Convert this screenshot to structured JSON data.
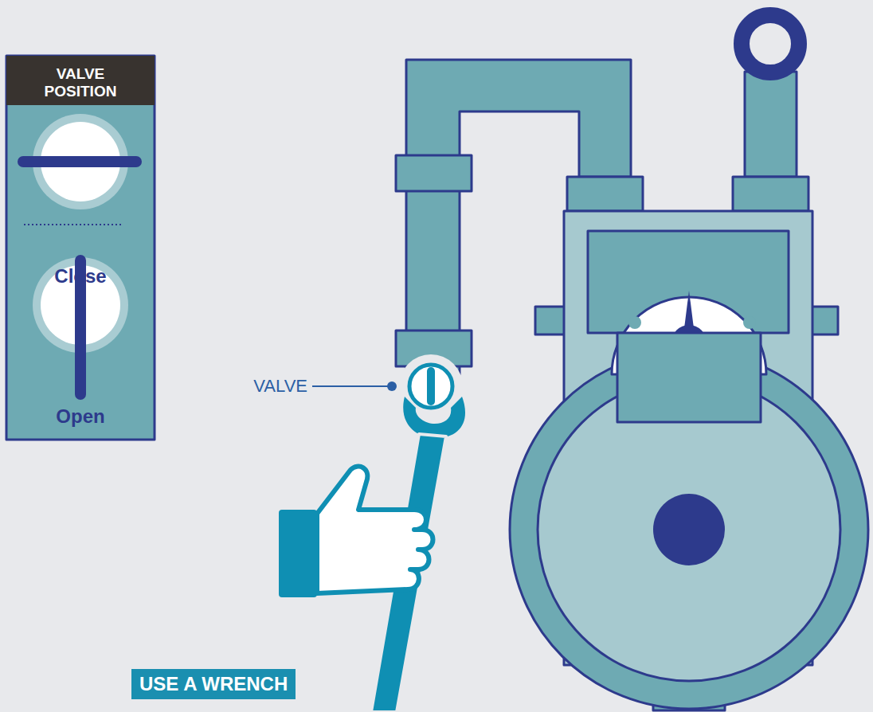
{
  "diagram": {
    "nodes": [
      {
        "text": [
          "VALVE POSITION",
          "Close",
          "Open"
        ]
      },
      {
        "text": [
          "USE A WRENCH"
        ]
      }
    ],
    "labels": [
      "VALVE"
    ]
  }
}
